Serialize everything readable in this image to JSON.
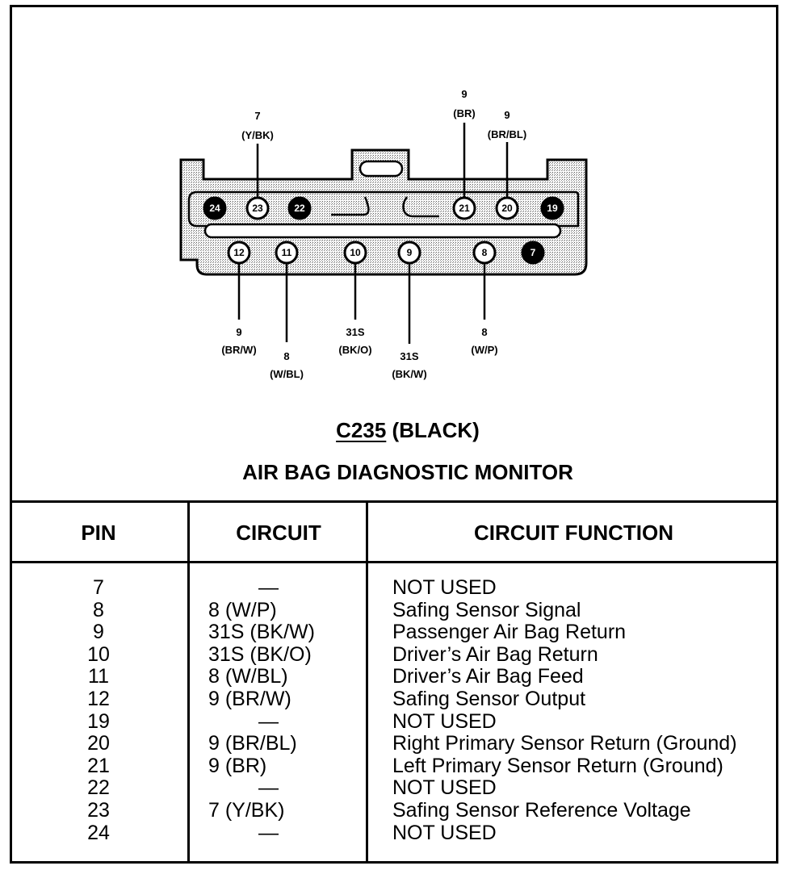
{
  "connector": {
    "id": "C235",
    "color": "(BLACK)",
    "name": "AIR BAG DIAGNOSTIC MONITOR"
  },
  "pins_top": [
    {
      "pin": "24",
      "filled": true
    },
    {
      "pin": "23",
      "filled": false,
      "circuit": "7",
      "wire": "(Y/BK)"
    },
    {
      "pin": "22",
      "filled": true
    },
    {
      "pin": "21",
      "filled": false,
      "circuit": "9",
      "wire": "(BR)"
    },
    {
      "pin": "20",
      "filled": false,
      "circuit": "9",
      "wire": "(BR/BL)"
    },
    {
      "pin": "19",
      "filled": true
    }
  ],
  "pins_bottom": [
    {
      "pin": "12",
      "filled": false,
      "circuit": "9",
      "wire": "(BR/W)"
    },
    {
      "pin": "11",
      "filled": false,
      "circuit": "8",
      "wire": "(W/BL)"
    },
    {
      "pin": "10",
      "filled": false,
      "circuit": "31S",
      "wire": "(BK/O)"
    },
    {
      "pin": "9",
      "filled": false,
      "circuit": "31S",
      "wire": "(BK/W)"
    },
    {
      "pin": "8",
      "filled": false,
      "circuit": "8",
      "wire": "(W/P)"
    },
    {
      "pin": "7",
      "filled": true
    }
  ],
  "table": {
    "headers": {
      "pin": "PIN",
      "circuit": "CIRCUIT",
      "function": "CIRCUIT FUNCTION"
    },
    "rows": [
      {
        "pin": "7",
        "circuit": "—",
        "function": "NOT USED"
      },
      {
        "pin": "8",
        "circuit": "8 (W/P)",
        "function": "Safing Sensor Signal"
      },
      {
        "pin": "9",
        "circuit": "31S (BK/W)",
        "function": "Passenger Air Bag Return"
      },
      {
        "pin": "10",
        "circuit": "31S (BK/O)",
        "function": "Driver’s Air Bag Return"
      },
      {
        "pin": "11",
        "circuit": "8 (W/BL)",
        "function": "Driver’s Air Bag Feed"
      },
      {
        "pin": "12",
        "circuit": "9 (BR/W)",
        "function": "Safing Sensor Output"
      },
      {
        "pin": "19",
        "circuit": "—",
        "function": "NOT USED"
      },
      {
        "pin": "20",
        "circuit": "9 (BR/BL)",
        "function": "Right Primary Sensor Return (Ground)"
      },
      {
        "pin": "21",
        "circuit": "9 (BR)",
        "function": "Left Primary Sensor Return (Ground)"
      },
      {
        "pin": "22",
        "circuit": "—",
        "function": "NOT USED"
      },
      {
        "pin": "23",
        "circuit": "7 (Y/BK)",
        "function": "Safing Sensor Reference Voltage"
      },
      {
        "pin": "24",
        "circuit": "—",
        "function": "NOT USED"
      }
    ]
  }
}
